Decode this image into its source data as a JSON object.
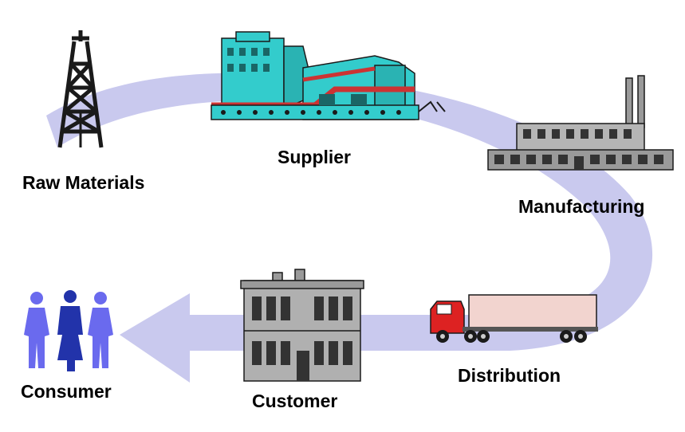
{
  "stages": {
    "raw_materials": "Raw Materials",
    "supplier": "Supplier",
    "manufacturing": "Manufacturing",
    "distribution": "Distribution",
    "customer": "Customer",
    "consumer": "Consumer"
  },
  "colors": {
    "flow_arrow": "#c9c9ee",
    "derrick": "#1a1a1a",
    "supplier_plant": "#33cccc",
    "supplier_pipe": "#cc3333",
    "factory": "#9a9a9a",
    "truck_cab": "#dd2222",
    "trailer": "#f2d4cf",
    "store": "#9a9a9a",
    "consumer_people": "#6a6aee",
    "consumer_center": "#2233aa"
  },
  "icons": [
    "oil-derrick-icon",
    "supplier-plant-icon",
    "factory-icon",
    "truck-icon",
    "store-icon",
    "consumer-people-icon"
  ]
}
